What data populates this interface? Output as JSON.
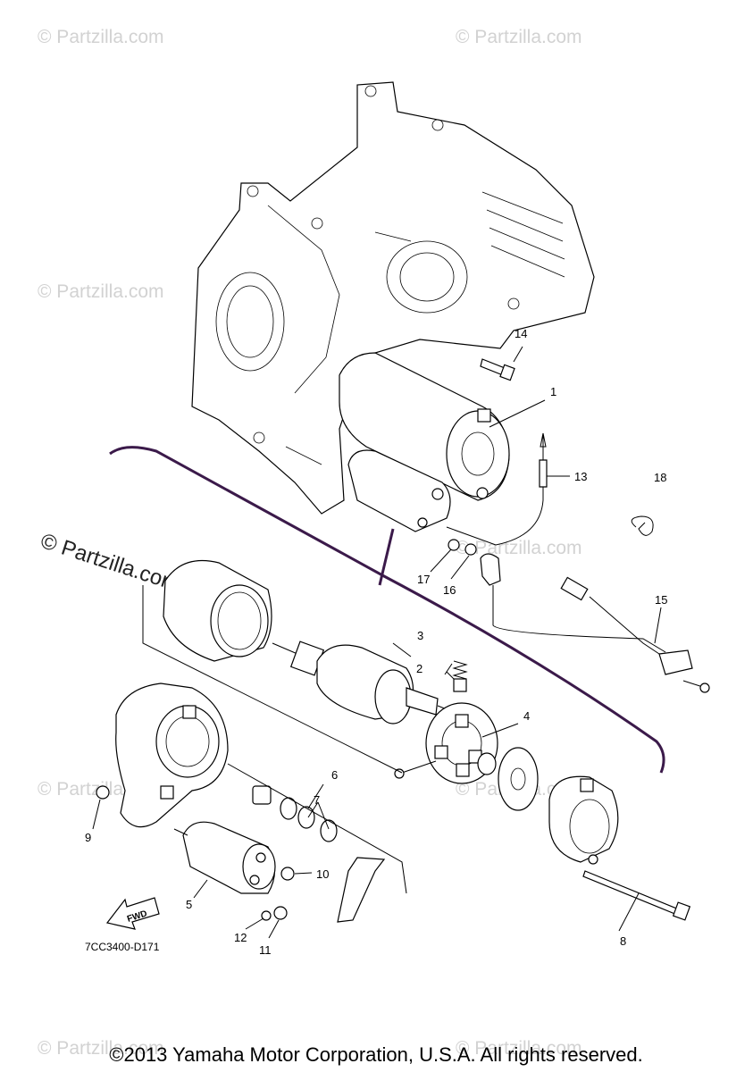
{
  "watermarks": {
    "small": "© Partzilla.com",
    "large": "© Partzilla.com"
  },
  "diagram_code": "7CC3400-D171",
  "copyright": "©2013 Yamaha Motor Corporation, U.S.A. All rights reserved.",
  "fwd_label": "FWD",
  "callouts": [
    "1",
    "2",
    "3",
    "4",
    "5",
    "6",
    "7",
    "8",
    "9",
    "10",
    "11",
    "12",
    "13",
    "14",
    "15",
    "16",
    "17",
    "18"
  ],
  "colors": {
    "bracket": "#3b1a4a",
    "line": "#000000",
    "watermark": "#d2d2d2"
  }
}
